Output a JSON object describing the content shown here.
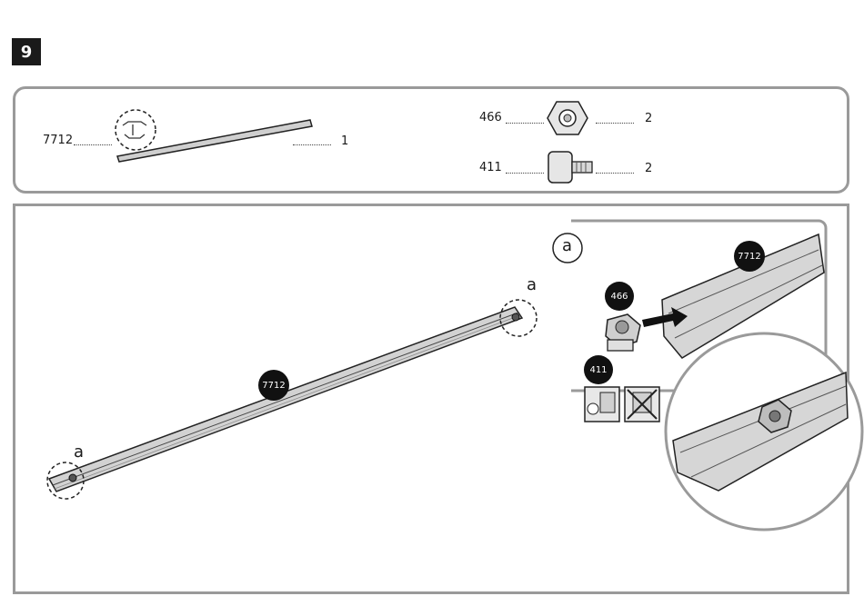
{
  "step": {
    "number": "9"
  },
  "parts": [
    {
      "code": "7712",
      "qty": "1"
    },
    {
      "code": "466",
      "qty": "2"
    },
    {
      "code": "411",
      "qty": "2"
    }
  ],
  "callouts": {
    "detail_a": "a",
    "badge_rail": "7712",
    "detail_rail": "7712",
    "detail_nut": "466",
    "detail_bolt": "411"
  }
}
